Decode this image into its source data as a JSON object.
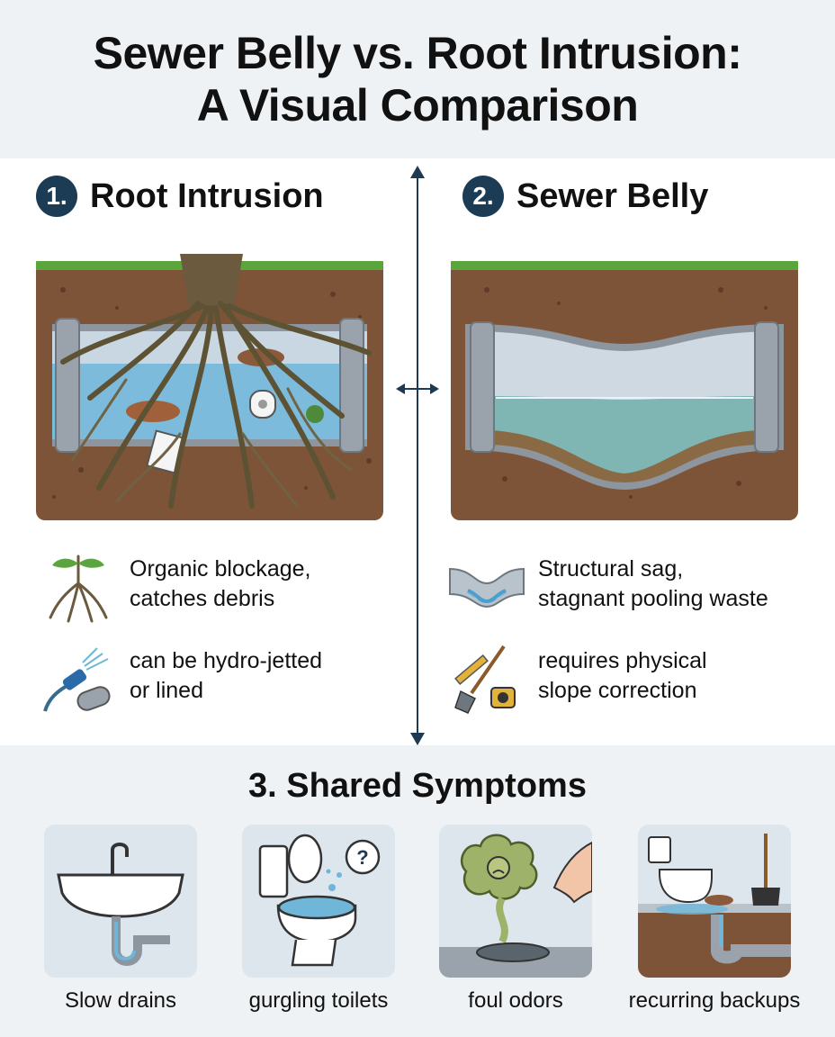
{
  "title": {
    "line1": "Sewer Belly vs. Root Intrusion:",
    "line2": "A Visual Comparison"
  },
  "sections": [
    {
      "number": "1.",
      "label": "Root Intrusion"
    },
    {
      "number": "2.",
      "label": "Sewer Belly"
    }
  ],
  "root_features": [
    {
      "icon": "roots-icon",
      "line1": "Organic blockage,",
      "line2": "catches debris"
    },
    {
      "icon": "hydro-jet-icon",
      "line1": "can be hydro-jetted",
      "line2": "or lined"
    }
  ],
  "belly_features": [
    {
      "icon": "sagging-pipe-icon",
      "line1": "Structural sag,",
      "line2": "stagnant pooling waste"
    },
    {
      "icon": "shovel-tape-icon",
      "line1": "requires physical",
      "line2": "slope correction"
    }
  ],
  "shared": {
    "title": "3. Shared Symptoms",
    "symptoms": [
      {
        "icon": "sink-icon",
        "label": "Slow drains"
      },
      {
        "icon": "toilet-icon",
        "label": "gurgling toilets"
      },
      {
        "icon": "odor-icon",
        "label": "foul odors"
      },
      {
        "icon": "backup-icon",
        "label": "recurring backups"
      }
    ]
  },
  "colors": {
    "navy": "#1c3b54",
    "soil": "#7a5236",
    "grass": "#5aa63c",
    "water": "#6fb6d9",
    "pipe": "#9aa3ab",
    "background_band": "#eef2f5"
  }
}
